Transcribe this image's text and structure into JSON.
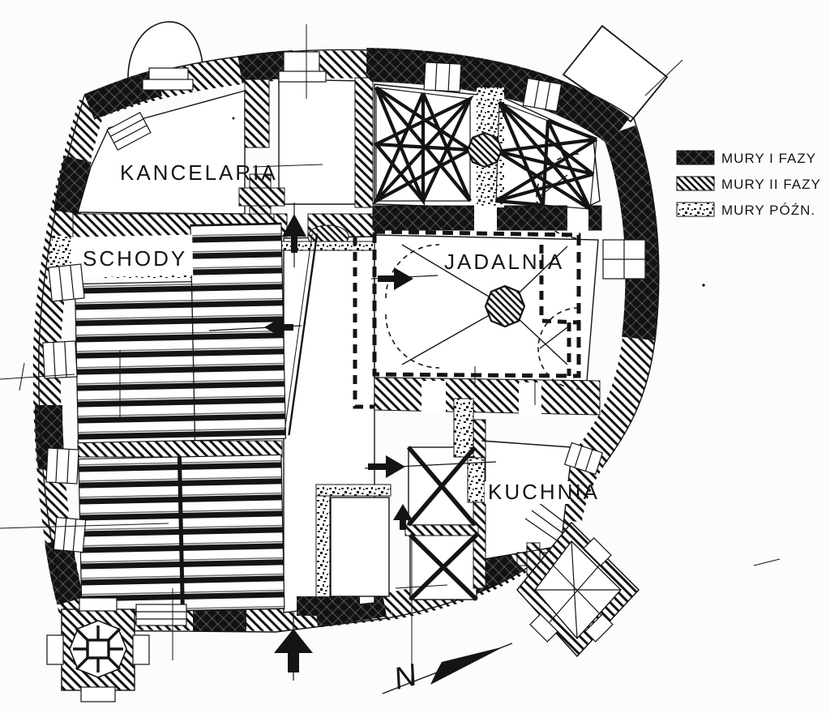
{
  "drawing": {
    "type": "castle-floor-plan",
    "rooms": {
      "kancelaria": "KANCELARIA",
      "schody": "SCHODY",
      "jadalnia": "JADALNIA",
      "kuchnia": "KUCHNIA"
    },
    "legend": {
      "items": [
        {
          "label": "MURY I FAZY",
          "fill": "solid-black-phase1"
        },
        {
          "label": "MURY II FAZY",
          "fill": "diagonal-hatch-phase2"
        },
        {
          "label": "MURY PÓŹN.",
          "fill": "stipple-later-walls"
        }
      ]
    },
    "north": {
      "label": "N"
    },
    "colors": {
      "ink": "#141414",
      "paper": "#fcfcfa"
    }
  }
}
